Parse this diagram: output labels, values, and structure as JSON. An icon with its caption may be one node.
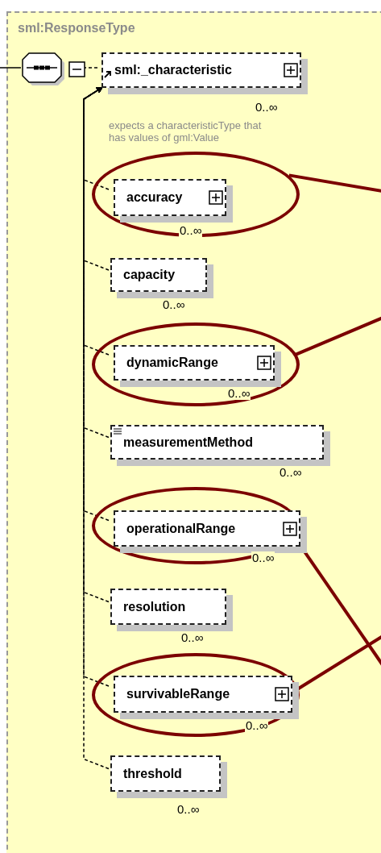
{
  "diagram": {
    "nodes": [
      {
        "text": [
          "sml:ResponseType"
        ]
      },
      {
        "text": [],
        "shape": "octagon",
        "in": 0
      },
      {
        "text": [
          "sml:_characteristic"
        ],
        "beside": [
          "0..∞",
          "expects a characteristicType that has values of gml:Value"
        ],
        "in": 0
      },
      {
        "text": [],
        "shape": "ellipse",
        "in": 0
      },
      {
        "text": [
          "accuracy"
        ],
        "beside": [
          "0..∞"
        ],
        "in": 3
      },
      {
        "text": [
          "capacity"
        ],
        "beside": [
          "0..∞"
        ],
        "in": 0
      },
      {
        "text": [],
        "shape": "ellipse",
        "in": 0
      },
      {
        "text": [
          "dynamicRange"
        ],
        "beside": [
          "0..∞"
        ],
        "in": 6
      },
      {
        "text": [
          "measurementMethod"
        ],
        "beside": [
          "0..∞"
        ],
        "in": 0
      },
      {
        "text": [],
        "shape": "ellipse",
        "in": 0
      },
      {
        "text": [
          "operationalRange"
        ],
        "beside": [
          "0..∞"
        ],
        "in": 9
      },
      {
        "text": [
          "resolution"
        ],
        "beside": [
          "0..∞"
        ],
        "in": 0
      },
      {
        "text": [],
        "shape": "ellipse",
        "in": 0
      },
      {
        "text": [
          "survivableRange"
        ],
        "beside": [
          "0..∞"
        ],
        "in": 12
      },
      {
        "text": [
          "threshold"
        ],
        "beside": [
          "0..∞"
        ],
        "in": 0
      }
    ],
    "edges": [
      {
        "from": null,
        "to": 1,
        "arrow": "none"
      },
      {
        "from": 1,
        "to": 2,
        "arrow": "none",
        "style": "dashed"
      },
      {
        "from": 4,
        "to": 2,
        "arrow": "to",
        "style": "dashed"
      },
      {
        "from": 5,
        "to": 2,
        "arrow": "to",
        "style": "dashed"
      },
      {
        "from": 7,
        "to": 2,
        "arrow": "to",
        "style": "dashed"
      },
      {
        "from": 8,
        "to": 2,
        "arrow": "to",
        "style": "dashed"
      },
      {
        "from": 10,
        "to": 2,
        "arrow": "to",
        "style": "dashed"
      },
      {
        "from": 11,
        "to": 2,
        "arrow": "to",
        "style": "dashed"
      },
      {
        "from": 13,
        "to": 2,
        "arrow": "to",
        "style": "dashed"
      },
      {
        "from": 14,
        "to": 2,
        "arrow": "to",
        "style": "dashed"
      },
      {
        "from": 3,
        "to": null,
        "arrow": "none",
        "style": "thick",
        "color": "#7b0000"
      },
      {
        "from": 6,
        "to": null,
        "arrow": "none",
        "style": "thick",
        "color": "#7b0000"
      },
      {
        "from": 9,
        "to": null,
        "arrow": "none",
        "style": "thick",
        "color": "#7b0000"
      },
      {
        "from": 12,
        "to": null,
        "arrow": "none",
        "style": "thick",
        "color": "#7b0000"
      }
    ]
  }
}
